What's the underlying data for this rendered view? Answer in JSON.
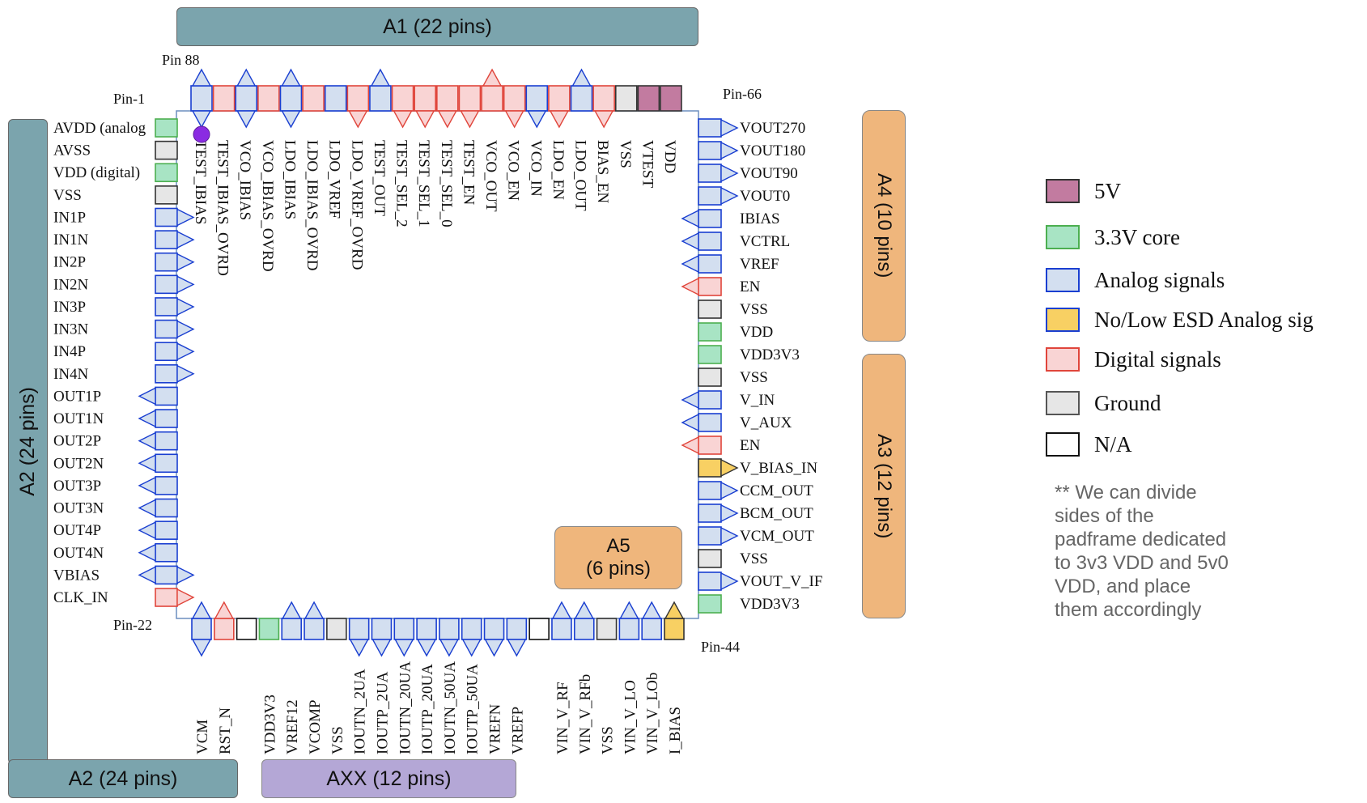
{
  "groups": {
    "a1": "A1 (22 pins)",
    "a2_side": "A2 (24 pins)",
    "a2_bottom": "A2 (24 pins)",
    "axx": "AXX (12 pins)",
    "a4": "A4 (10 pins)",
    "a3": "A3 (12 pins)",
    "a5_line1": "A5",
    "a5_line2": "(6 pins)"
  },
  "pin_markers": {
    "pin88": "Pin 88",
    "pin1": "Pin-1",
    "pin66": "Pin-66",
    "pin22": "Pin-22",
    "pin44": "Pin-44"
  },
  "legend": [
    {
      "label": "5V",
      "fill": "#c27ba0",
      "stroke": "#333333"
    },
    {
      "label": "3.3V core",
      "fill": "#a8e4c4",
      "stroke": "#4caf50"
    },
    {
      "label": "Analog signals",
      "fill": "#d3dff0",
      "stroke": "#1a3fd1"
    },
    {
      "label": "No/Low ESD Analog sig",
      "fill": "#f8d063",
      "stroke": "#1a3fd1"
    },
    {
      "label": "Digital signals",
      "fill": "#f9d4d4",
      "stroke": "#e0453b"
    },
    {
      "label": "Ground",
      "fill": "#e6e6e6",
      "stroke": "#555555"
    },
    {
      "label": "N/A",
      "fill": "#ffffff",
      "stroke": "#111111"
    }
  ],
  "note": "** We can divide\nsides of the\npadframe dedicated\nto 3v3 VDD and 5v0\nVDD, and place\nthem accordingly",
  "colors": {
    "analog_fill": "#d3dff0",
    "analog_stroke": "#1a3fd1",
    "digital_fill": "#f9d4d4",
    "digital_stroke": "#e0453b",
    "v5_fill": "#c27ba0",
    "core_fill": "#a8e4c4",
    "core_stroke": "#4caf50",
    "ground_fill": "#e6e6e6",
    "lowesd_fill": "#f8d063",
    "frame": "#6c8ebf",
    "pin1_dot": "#8a2be2"
  },
  "pins": {
    "top": [
      {
        "name": "TEST_IBIAS",
        "type": "analog",
        "dir": "both"
      },
      {
        "name": "TEST_IBIAS_OVRD",
        "type": "digital",
        "dir": "none"
      },
      {
        "name": "VCO_IBIAS",
        "type": "analog",
        "dir": "both"
      },
      {
        "name": "VCO_IBIAS_OVRD",
        "type": "digital",
        "dir": "none"
      },
      {
        "name": "LDO_IBIAS",
        "type": "analog",
        "dir": "both"
      },
      {
        "name": "LDO_IBIAS_OVRD",
        "type": "digital",
        "dir": "none"
      },
      {
        "name": "LDO_VREF",
        "type": "analog",
        "dir": "none"
      },
      {
        "name": "LDO_VREF_OVRD",
        "type": "digital",
        "dir": "in"
      },
      {
        "name": "TEST_OUT",
        "type": "analog",
        "dir": "out"
      },
      {
        "name": "TEST_SEL_2",
        "type": "digital",
        "dir": "in"
      },
      {
        "name": "TEST_SEL_1",
        "type": "digital",
        "dir": "in"
      },
      {
        "name": "TEST_SEL_0",
        "type": "digital",
        "dir": "in"
      },
      {
        "name": "TEST_EN",
        "type": "digital",
        "dir": "in"
      },
      {
        "name": "VCO_OUT",
        "type": "digital",
        "dir": "out"
      },
      {
        "name": "VCO_EN",
        "type": "digital",
        "dir": "in"
      },
      {
        "name": "VCO_IN",
        "type": "analog",
        "dir": "in"
      },
      {
        "name": "LDO_EN",
        "type": "digital",
        "dir": "in"
      },
      {
        "name": "LDO_OUT",
        "type": "analog",
        "dir": "out"
      },
      {
        "name": "BIAS_EN",
        "type": "digital",
        "dir": "in"
      },
      {
        "name": "VSS",
        "type": "ground",
        "dir": "none"
      },
      {
        "name": "VTEST",
        "type": "v5",
        "dir": "none"
      },
      {
        "name": "VDD",
        "type": "v5",
        "dir": "none"
      }
    ],
    "left": [
      {
        "name": "AVDD (analog",
        "type": "core",
        "dir": "none"
      },
      {
        "name": "AVSS",
        "type": "ground",
        "dir": "none"
      },
      {
        "name": "VDD (digital)",
        "type": "core",
        "dir": "none"
      },
      {
        "name": "VSS",
        "type": "ground",
        "dir": "none"
      },
      {
        "name": "IN1P",
        "type": "analog",
        "dir": "in"
      },
      {
        "name": "IN1N",
        "type": "analog",
        "dir": "in"
      },
      {
        "name": "IN2P",
        "type": "analog",
        "dir": "in"
      },
      {
        "name": "IN2N",
        "type": "analog",
        "dir": "in"
      },
      {
        "name": "IN3P",
        "type": "analog",
        "dir": "in"
      },
      {
        "name": "IN3N",
        "type": "analog",
        "dir": "in"
      },
      {
        "name": "IN4P",
        "type": "analog",
        "dir": "in"
      },
      {
        "name": "IN4N",
        "type": "analog",
        "dir": "in"
      },
      {
        "name": "OUT1P",
        "type": "analog",
        "dir": "out"
      },
      {
        "name": "OUT1N",
        "type": "analog",
        "dir": "out"
      },
      {
        "name": "OUT2P",
        "type": "analog",
        "dir": "out"
      },
      {
        "name": "OUT2N",
        "type": "analog",
        "dir": "out"
      },
      {
        "name": "OUT3P",
        "type": "analog",
        "dir": "out"
      },
      {
        "name": "OUT3N",
        "type": "analog",
        "dir": "out"
      },
      {
        "name": "OUT4P",
        "type": "analog",
        "dir": "out"
      },
      {
        "name": "OUT4N",
        "type": "analog",
        "dir": "out"
      },
      {
        "name": "VBIAS",
        "type": "analog",
        "dir": "both"
      },
      {
        "name": "CLK_IN",
        "type": "digital",
        "dir": "in"
      }
    ],
    "right": [
      {
        "name": "VOUT270",
        "type": "analog",
        "dir": "out"
      },
      {
        "name": "VOUT180",
        "type": "analog",
        "dir": "out"
      },
      {
        "name": "VOUT90",
        "type": "analog",
        "dir": "out"
      },
      {
        "name": "VOUT0",
        "type": "analog",
        "dir": "out"
      },
      {
        "name": "IBIAS",
        "type": "analog",
        "dir": "in"
      },
      {
        "name": "VCTRL",
        "type": "analog",
        "dir": "in"
      },
      {
        "name": "VREF",
        "type": "analog",
        "dir": "in"
      },
      {
        "name": "EN",
        "type": "digital",
        "dir": "in"
      },
      {
        "name": "VSS",
        "type": "ground",
        "dir": "none"
      },
      {
        "name": "VDD",
        "type": "core",
        "dir": "none"
      },
      {
        "name": "VDD3V3",
        "type": "core",
        "dir": "none"
      },
      {
        "name": "VSS",
        "type": "ground",
        "dir": "none"
      },
      {
        "name": "V_IN",
        "type": "analog",
        "dir": "in"
      },
      {
        "name": "V_AUX",
        "type": "analog",
        "dir": "in"
      },
      {
        "name": "EN",
        "type": "digital",
        "dir": "in"
      },
      {
        "name": "V_BIAS_IN",
        "type": "lowesd",
        "dir": "out"
      },
      {
        "name": "CCM_OUT",
        "type": "analog",
        "dir": "out"
      },
      {
        "name": "BCM_OUT",
        "type": "analog",
        "dir": "out"
      },
      {
        "name": "VCM_OUT",
        "type": "analog",
        "dir": "out"
      },
      {
        "name": "VSS",
        "type": "ground",
        "dir": "none"
      },
      {
        "name": "VOUT_V_IF",
        "type": "analog",
        "dir": "out"
      },
      {
        "name": "VDD3V3",
        "type": "core",
        "dir": "none"
      }
    ],
    "bottom": [
      {
        "name": "VCM",
        "type": "analog",
        "dir": "both"
      },
      {
        "name": "RST_N",
        "type": "digital",
        "dir": "in"
      },
      {
        "name": "",
        "type": "na",
        "dir": "none"
      },
      {
        "name": "VDD3V3",
        "type": "core",
        "dir": "none"
      },
      {
        "name": "VREF12",
        "type": "analog",
        "dir": "in"
      },
      {
        "name": "VCOMP",
        "type": "analog",
        "dir": "in"
      },
      {
        "name": "VSS",
        "type": "ground",
        "dir": "none"
      },
      {
        "name": "IOUTN_2UA",
        "type": "analog",
        "dir": "out"
      },
      {
        "name": "IOUTP_2UA",
        "type": "analog",
        "dir": "out"
      },
      {
        "name": "IOUTN_20UA",
        "type": "analog",
        "dir": "out"
      },
      {
        "name": "IOUTP_20UA",
        "type": "analog",
        "dir": "out"
      },
      {
        "name": "IOUTN_50UA",
        "type": "analog",
        "dir": "out"
      },
      {
        "name": "IOUTP_50UA",
        "type": "analog",
        "dir": "out"
      },
      {
        "name": "VREFN",
        "type": "analog",
        "dir": "out"
      },
      {
        "name": "VREFP",
        "type": "analog",
        "dir": "out"
      },
      {
        "name": "",
        "type": "na",
        "dir": "none"
      },
      {
        "name": "VIN_V_RF",
        "type": "analog",
        "dir": "in"
      },
      {
        "name": "VIN_V_RFb",
        "type": "analog",
        "dir": "in"
      },
      {
        "name": "VSS",
        "type": "ground",
        "dir": "none"
      },
      {
        "name": "VIN_V_LO",
        "type": "analog",
        "dir": "in"
      },
      {
        "name": "VIN_V_LOb",
        "type": "analog",
        "dir": "in"
      },
      {
        "name": "I_BIAS",
        "type": "lowesd",
        "dir": "in"
      }
    ]
  }
}
